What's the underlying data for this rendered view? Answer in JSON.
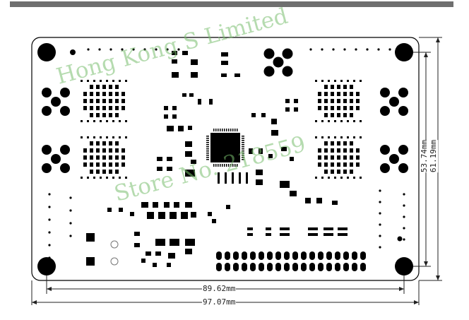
{
  "dimensions": {
    "width_inner": "89.62mm",
    "width_outer": "97.07mm",
    "height_inner": "53.74mm",
    "height_outer": "61.19mm"
  },
  "watermark": {
    "line1": "Hong Kong S Limited",
    "line2": "Store No. 218559"
  },
  "colors": {
    "pad": "#000000",
    "outline": "#000000",
    "dim_line": "#222222",
    "watermark": "#78be6e",
    "top_bar": "#6f6f6f"
  }
}
